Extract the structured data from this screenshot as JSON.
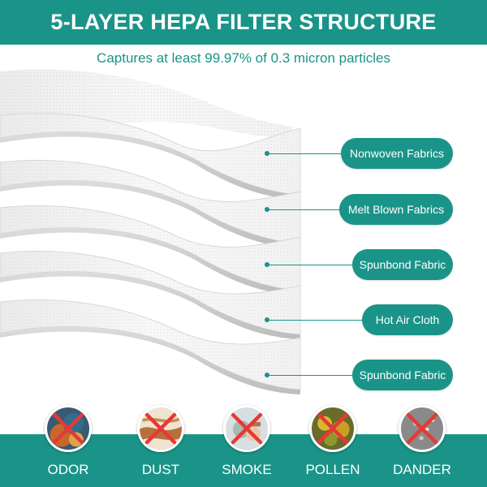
{
  "header": {
    "title": "5-LAYER HEPA FILTER STRUCTURE"
  },
  "subtitle": "Captures at least 99.97% of 0.3 micron particles",
  "colors": {
    "brand": "#1a9489",
    "background": "#ffffff",
    "label_text": "#ffffff"
  },
  "layers": [
    {
      "label": "Nonwoven Fabrics"
    },
    {
      "label": "Melt Blown Fabrics"
    },
    {
      "label": "Spunbond Fabric"
    },
    {
      "label": "Hot Air Cloth"
    },
    {
      "label": "Spunbond Fabric"
    }
  ],
  "pollutants": [
    {
      "label": "ODOR",
      "icon": "odor-icon"
    },
    {
      "label": "DUST",
      "icon": "dust-icon"
    },
    {
      "label": "SMOKE",
      "icon": "smoke-icon"
    },
    {
      "label": "POLLEN",
      "icon": "pollen-icon"
    },
    {
      "label": "DANDER",
      "icon": "dander-icon"
    }
  ]
}
